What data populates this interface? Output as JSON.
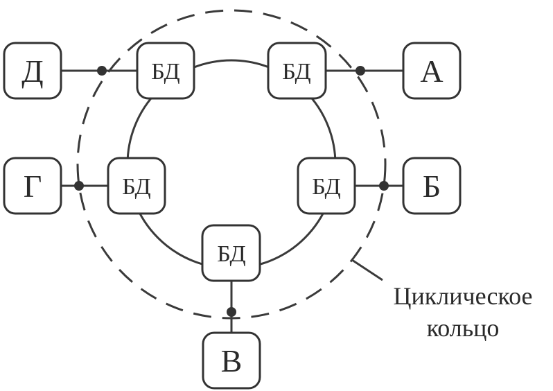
{
  "db_label": "БД",
  "nodes": {
    "A": "А",
    "B": "Б",
    "V": "В",
    "G": "Г",
    "D": "Д"
  },
  "ring_label": {
    "line1": "Циклическое",
    "line2": "кольцо"
  }
}
